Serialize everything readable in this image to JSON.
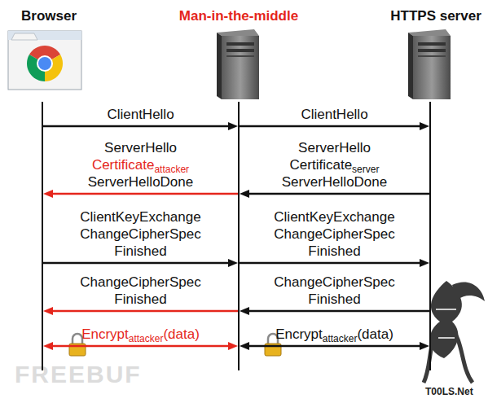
{
  "diagram": {
    "nodes": [
      {
        "text": [
          "Browser"
        ]
      },
      {
        "text": [
          "Man-in-the-middle"
        ]
      },
      {
        "text": [
          "HTTPS server"
        ]
      }
    ],
    "edges": [
      {
        "from": 0,
        "to": 1,
        "arrow": "to",
        "label": "ClientHello"
      },
      {
        "from": 1,
        "to": 2,
        "arrow": "to",
        "label": "ClientHello"
      },
      {
        "from": 1,
        "to": 0,
        "arrow": "to",
        "label": "ServerHello Certificateattacker ServerHelloDone"
      },
      {
        "from": 2,
        "to": 1,
        "arrow": "to",
        "label": "ServerHello Certificateserver ServerHelloDone"
      },
      {
        "from": 0,
        "to": 1,
        "arrow": "to",
        "label": "ClientKeyExchange ChangeCipherSpec Finished"
      },
      {
        "from": 1,
        "to": 2,
        "arrow": "to",
        "label": "ClientKeyExchange ChangeCipherSpec Finished"
      },
      {
        "from": 1,
        "to": 0,
        "arrow": "to",
        "label": "ChangeCipherSpec Finished"
      },
      {
        "from": 2,
        "to": 1,
        "arrow": "to",
        "label": "ChangeCipherSpec Finished"
      },
      {
        "from": 0,
        "to": 1,
        "arrow": "both",
        "label": "Encryptattacker(data)"
      },
      {
        "from": 1,
        "to": 2,
        "arrow": "both",
        "label": "Encryptattacker(data)"
      }
    ],
    "labels": [
      "FREEBUF",
      "T00LS.Net"
    ]
  }
}
